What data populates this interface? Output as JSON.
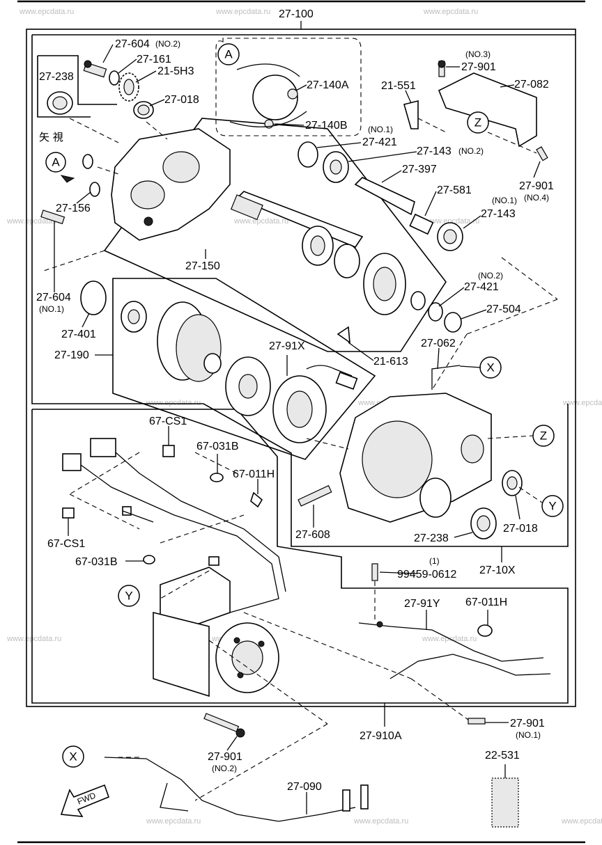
{
  "watermark": "www.epcdata.ru",
  "view_label": "矢 視",
  "fwd_label": "FWD",
  "labels": {
    "27-100": "27-100",
    "27-604-2": "27-604",
    "27-604-2-sub": "(NO.2)",
    "27-161": "27-161",
    "21-5H3": "21-5H3",
    "27-238-top": "27-238",
    "27-018-top": "27-018",
    "27-140A": "27-140A",
    "27-140B": "27-140B",
    "27-421-1": "27-421",
    "27-421-1-sub": "(NO.1)",
    "27-143-2": "27-143",
    "27-143-2-sub": "(NO.2)",
    "21-551": "21-551",
    "27-901-3": "27-901",
    "27-901-3-sub": "(NO.3)",
    "27-082": "27-082",
    "27-901-4": "27-901",
    "27-901-4-sub": "(NO.4)",
    "27-397": "27-397",
    "27-581": "27-581",
    "27-143-1": "27-143",
    "27-143-1-sub": "(NO.1)",
    "27-156": "27-156",
    "27-150": "27-150",
    "27-604-1": "27-604",
    "27-604-1-sub": "(NO.1)",
    "27-401": "27-401",
    "27-421-2": "27-421",
    "27-421-2-sub": "(NO.2)",
    "27-504": "27-504",
    "27-190": "27-190",
    "27-91X": "27-91X",
    "21-613": "21-613",
    "27-062": "27-062",
    "67-CS1-top": "67-CS1",
    "67-031B-top": "67-031B",
    "67-011H-top": "67-011H",
    "67-CS1-bot": "67-CS1",
    "67-031B-bot": "67-031B",
    "27-608": "27-608",
    "27-238-bot": "27-238",
    "27-018-bot": "27-018",
    "27-10X": "27-10X",
    "99459-0612": "99459-0612",
    "99459-0612-sub": "(1)",
    "27-91Y": "27-91Y",
    "67-011H-bot": "67-011H",
    "27-901-1": "27-901",
    "27-901-1-sub": "(NO.1)",
    "27-910A": "27-910A",
    "27-901-2": "27-901",
    "27-901-2-sub": "(NO.2)",
    "22-531": "22-531",
    "27-090": "27-090"
  },
  "callouts": {
    "A-view": "A",
    "A-detail": "A",
    "X-1": "X",
    "X-2": "X",
    "Y-1": "Y",
    "Y-2": "Y",
    "Z-1": "Z",
    "Z-2": "Z"
  }
}
